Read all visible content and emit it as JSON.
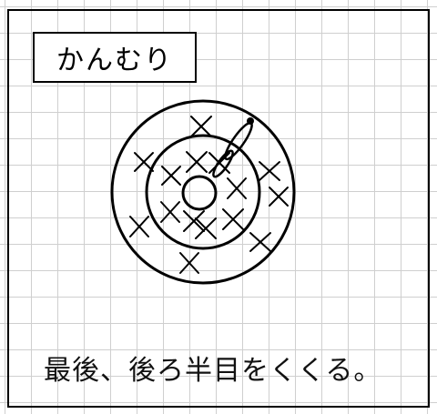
{
  "title": "かんむり",
  "caption": "最後、後ろ半目をくくる。",
  "colors": {
    "line": "#000000",
    "grid": "#cfcfcf",
    "background": "#ffffff"
  },
  "diagram": {
    "rings": 3,
    "inner_ring_stitches": 8,
    "outer_ring_stitches": 7,
    "stitch_symbol": "x-mark",
    "end_symbol": "loop-and-dot"
  }
}
